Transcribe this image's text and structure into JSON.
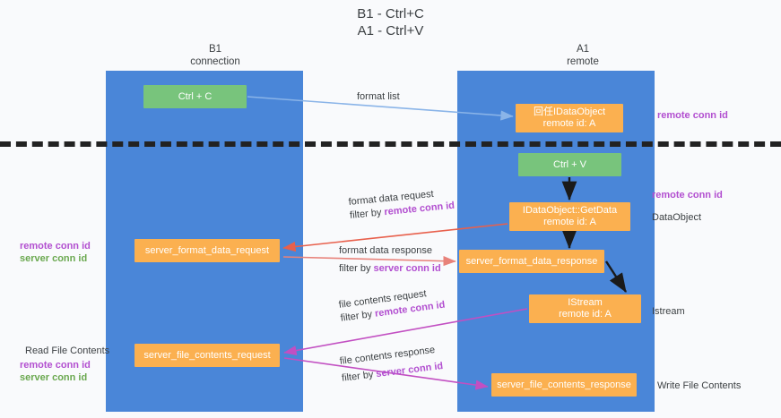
{
  "title": {
    "line1": "B1 - Ctrl+C",
    "line2": "A1 - Ctrl+V"
  },
  "columns": [
    {
      "name": "B1",
      "role": "connection"
    },
    {
      "name": "A1",
      "role": "remote"
    }
  ],
  "nodes": {
    "ctrl_c": {
      "label": "Ctrl + C",
      "color": "#78c47c",
      "lane": "B1"
    },
    "ctrl_v": {
      "label": "Ctrl + V",
      "color": "#78c47c",
      "lane": "A1"
    },
    "idataobject": {
      "label": "回任IDataObject",
      "sub": "remote id: A",
      "color": "#fbb050",
      "lane": "A1"
    },
    "getdata": {
      "label": "IDataObject::GetData",
      "sub": "remote id: A",
      "color": "#fbb050",
      "lane": "A1"
    },
    "istream": {
      "label": "IStream",
      "sub": "remote id: A",
      "color": "#fbb050",
      "lane": "A1"
    },
    "server_fd_request": {
      "label": "server_format_data_request",
      "color": "#fbb050",
      "lane": "B1"
    },
    "server_fd_response": {
      "label": "server_format_data_response",
      "color": "#fbb050",
      "lane": "A1"
    },
    "server_fc_request": {
      "label": "server_file_contents_request",
      "color": "#fbb050",
      "lane": "B1"
    },
    "server_fc_response": {
      "label": "server_file_contents_response",
      "color": "#fbb050",
      "lane": "A1"
    }
  },
  "edges": {
    "format_list": {
      "line1": "format list",
      "color": "#8ab4e8"
    },
    "format_data_req": {
      "line1": "format data request",
      "filter_prefix": "filter by ",
      "filter_key": "remote conn id",
      "color": "#e8604c"
    },
    "format_data_res": {
      "line1": "format data response",
      "filter_prefix": "filter by ",
      "filter_key": "server conn id",
      "color": "#e8827a"
    },
    "file_contents_req": {
      "line1": "file contents request",
      "filter_prefix": "filter by ",
      "filter_key": "remote conn id",
      "color": "#c24fc2"
    },
    "file_contents_res": {
      "line1": "file contents response",
      "filter_prefix": "filter by ",
      "filter_key": "server conn id",
      "color": "#c24fc2"
    }
  },
  "annotations": {
    "right_remote_top": "remote conn id",
    "right_remote_mid": "remote conn id",
    "right_dataobject": "DataObject",
    "right_istream": "Istream",
    "right_write": "Write File Contents",
    "left_remote": "remote conn id",
    "left_server": "server conn id",
    "left_read": "Read File Contents",
    "left_remote_bot": "remote conn id",
    "left_server_bot": "server conn id"
  },
  "colors": {
    "lane": "#4a86d8",
    "green_node": "#78c47c",
    "orange_node": "#fbb050",
    "purple_key": "#b24fd0",
    "green_key": "#6aa84f",
    "divider": "#222222",
    "background": "#f9fafc"
  }
}
